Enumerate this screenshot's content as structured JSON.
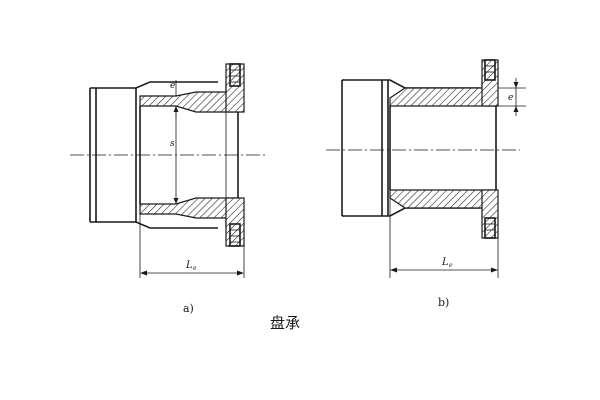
{
  "figure_a": {
    "sub_label": "a)",
    "dim_length": "L",
    "dim_length_sub": "e",
    "dim_wall": "e",
    "dim_diameter": "s"
  },
  "figure_b": {
    "sub_label": "b)",
    "dim_length": "L",
    "dim_length_sub": "e",
    "dim_wall": "e"
  },
  "caption": "盘承"
}
